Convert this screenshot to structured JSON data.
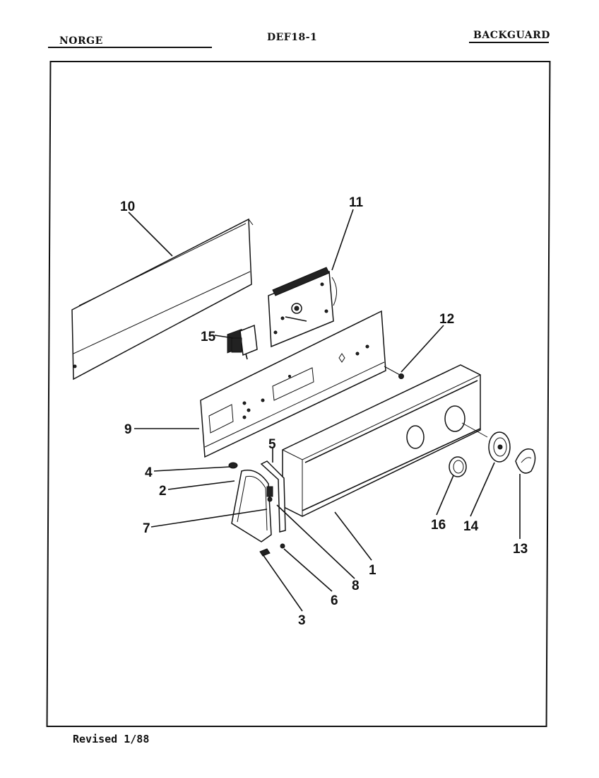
{
  "header": {
    "brand": "NORGE",
    "model": "DEF18-1",
    "section": "BACKGUARD"
  },
  "footer": {
    "revised": "Revised 1/88"
  },
  "callouts": {
    "c1": "1",
    "c2": "2",
    "c3": "3",
    "c4": "4",
    "c5": "5",
    "c6": "6",
    "c7": "7",
    "c8": "8",
    "c9": "9",
    "c10": "10",
    "c11": "11",
    "c12": "12",
    "c13": "13",
    "c14": "14",
    "c15": "15",
    "c16": "16"
  }
}
